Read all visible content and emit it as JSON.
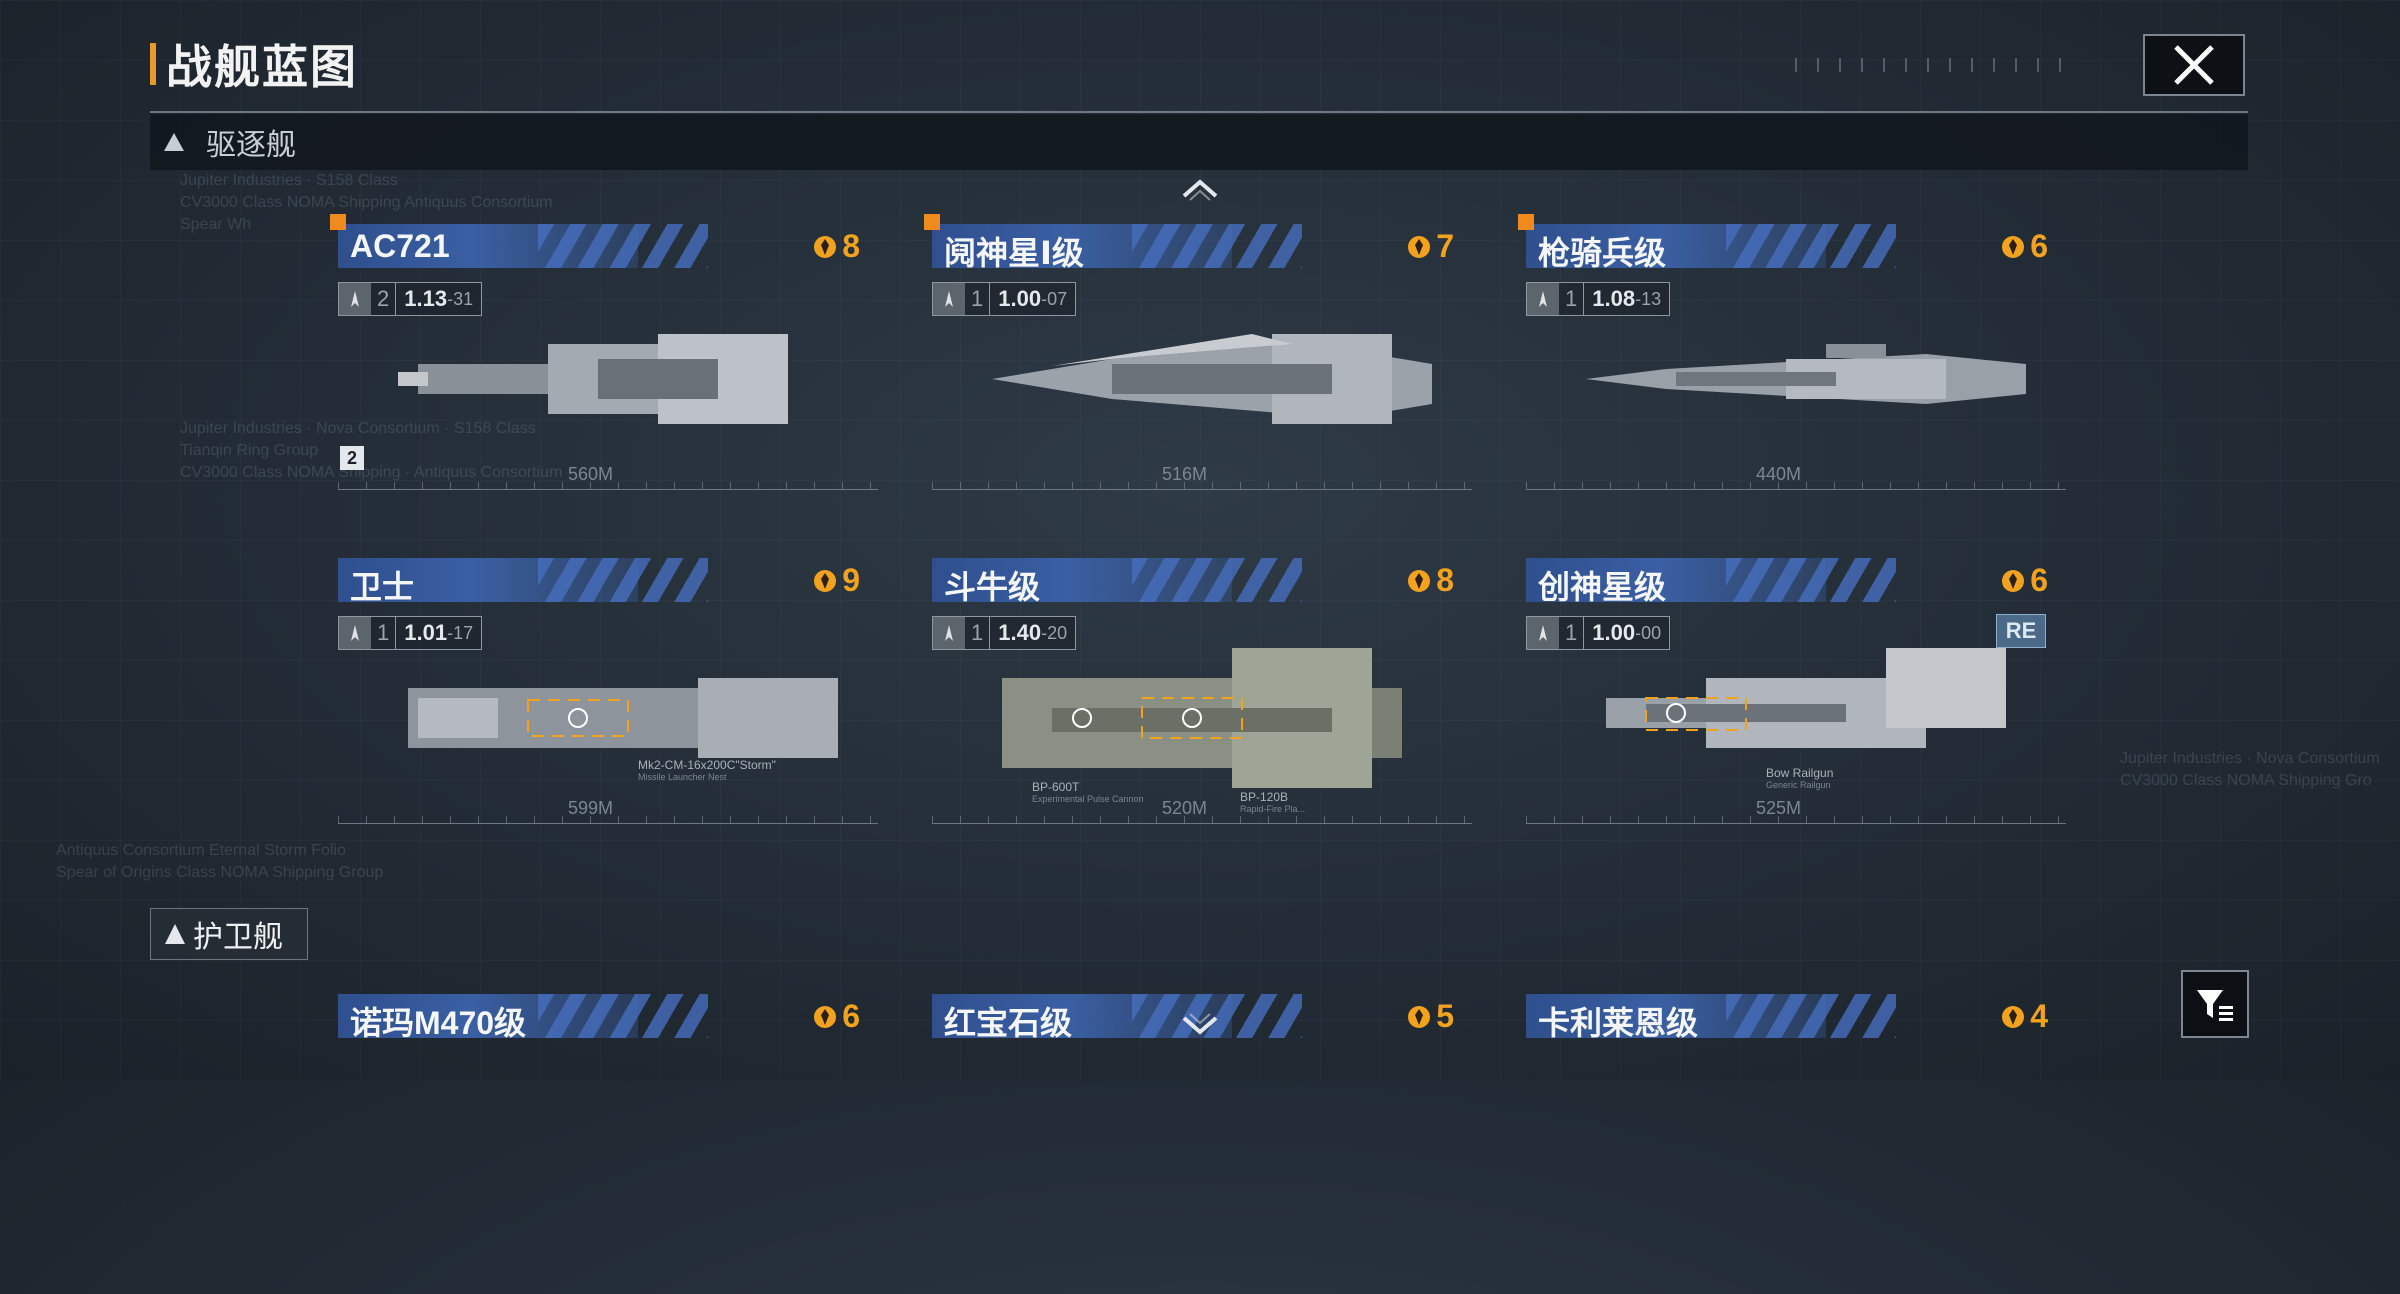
{
  "header": {
    "title": "战舰蓝图"
  },
  "category": {
    "label": "驱逐舰"
  },
  "section2": {
    "label": "护卫舰"
  },
  "colors": {
    "accent": "#e89b2a",
    "cost": "#f2a21c",
    "nameBar": "#3a5fa3",
    "mark": "#f08a1c"
  },
  "icons": {
    "close": "close-icon",
    "filter": "filter-icon",
    "cost": "cost-icon",
    "up": "chevron-up-icon",
    "down": "chevron-down-icon"
  },
  "cards": [
    {
      "name": "AC721",
      "cost": "8",
      "level": "2",
      "stat": "1.13",
      "stat_sub": "-31",
      "length": "560M",
      "badge": "2"
    },
    {
      "name": "阋神星Ⅰ级",
      "cost": "7",
      "level": "1",
      "stat": "1.00",
      "stat_sub": "-07",
      "length": "516M"
    },
    {
      "name": "枪骑兵级",
      "cost": "6",
      "level": "1",
      "stat": "1.08",
      "stat_sub": "-13",
      "length": "440M"
    },
    {
      "name": "卫士",
      "cost": "9",
      "level": "1",
      "stat": "1.01",
      "stat_sub": "-17",
      "length": "599M",
      "callout1": "Mk2-CM-16x200C\"Storm\"",
      "callout1_sub": "Missile Launcher Nest"
    },
    {
      "name": "斗牛级",
      "cost": "8",
      "level": "1",
      "stat": "1.40",
      "stat_sub": "-20",
      "length": "520M",
      "callout1": "BP-600T",
      "callout1_sub": "Experimental Pulse Cannon",
      "callout2": "BP-120B",
      "callout2_sub": "Rapid-Fire Pla..."
    },
    {
      "name": "创神星级",
      "cost": "6",
      "level": "1",
      "stat": "1.00",
      "stat_sub": "-00",
      "length": "525M",
      "badge": "RE",
      "callout1": "Bow Railgun",
      "callout1_sub": "Generic Railgun"
    },
    {
      "name": "诺玛M470级",
      "cost": "6"
    },
    {
      "name": "红宝石级",
      "cost": "5"
    },
    {
      "name": "卡利莱恩级",
      "cost": "4"
    }
  ]
}
